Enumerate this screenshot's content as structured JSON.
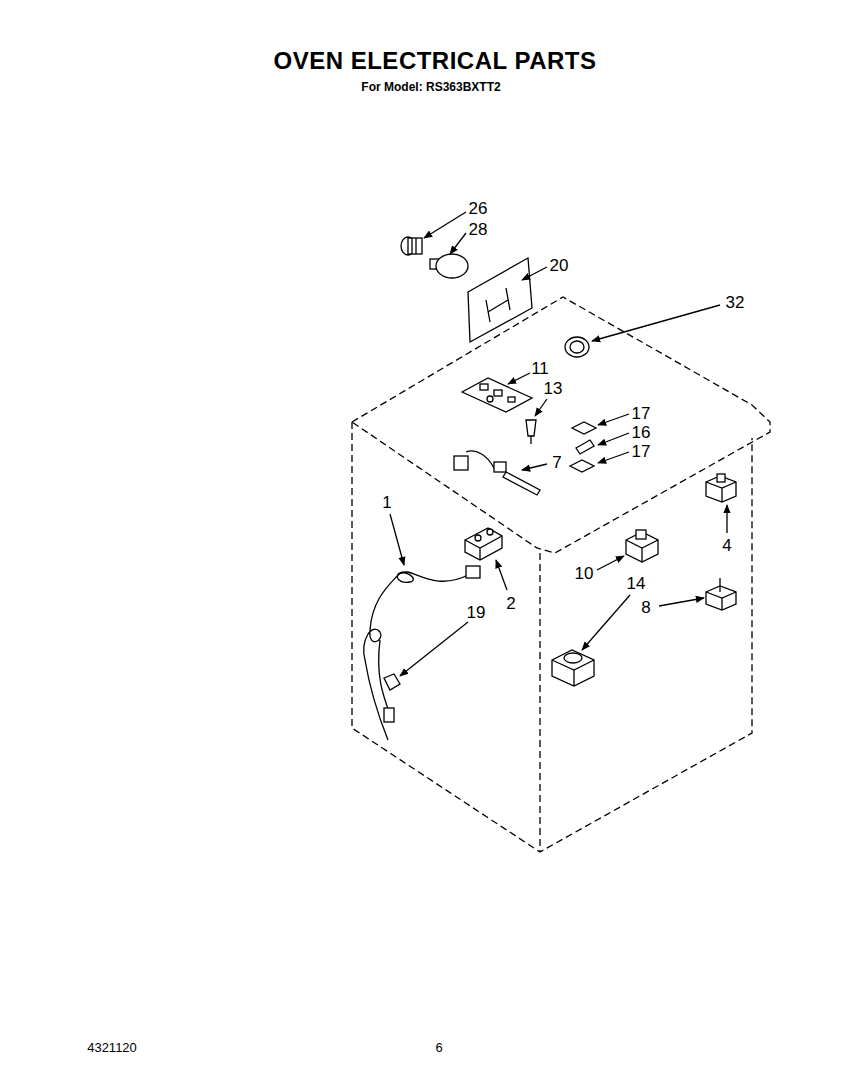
{
  "diagram": {
    "title": "OVEN ELECTRICAL PARTS",
    "labels": [
      "For Model: RS363BXTT2",
      "26",
      "28",
      "20",
      "32",
      "11",
      "13",
      "17",
      "16",
      "17",
      "7",
      "1",
      "2",
      "19",
      "10",
      "14",
      "4",
      "8",
      "4321120",
      "6"
    ]
  }
}
